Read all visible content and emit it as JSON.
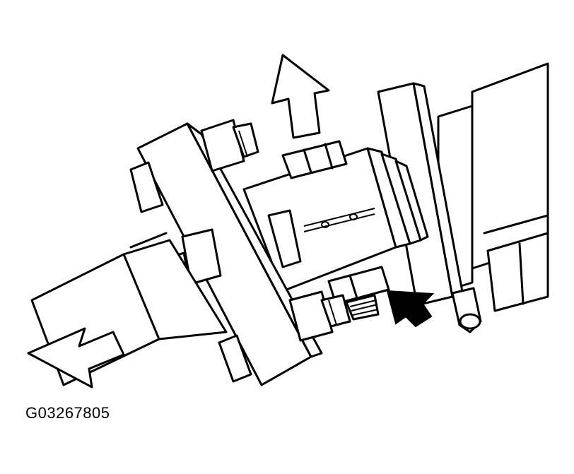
{
  "figure": {
    "id_label": "G03267805",
    "subject": "driveshaft-flange-and-coupling"
  },
  "colors": {
    "ink": "#000000",
    "paper": "#ffffff"
  },
  "icons": {
    "pull_arrow_left": "hollow-arrow-left",
    "pull_arrow_up": "hollow-arrow-up",
    "indicator_arrow": "solid-arrow"
  }
}
